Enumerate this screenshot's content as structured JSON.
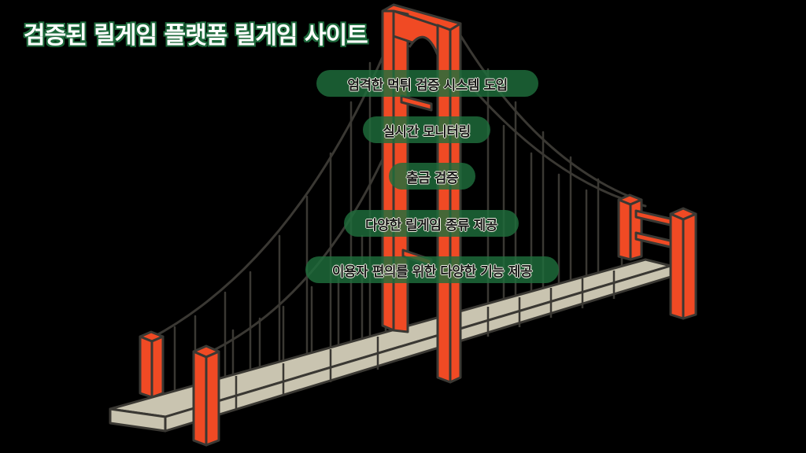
{
  "title": "검증된 릴게임 플랫폼 릴게임 사이트",
  "features": [
    {
      "label": "엄격한 먹튀 검증 시스템 도입"
    },
    {
      "label": "실시간 모니터링"
    },
    {
      "label": "출금 검증"
    },
    {
      "label": "다양한 릴게임 종류 제공"
    },
    {
      "label": "이용자 편의를 위한 다양한 기능 제공"
    }
  ],
  "colors": {
    "background": "#000000",
    "tower": "#f04a24",
    "deck": "#c9c4b0",
    "outline": "#3a3833",
    "pill": "#1e6e3c",
    "title_outline": "#1e6a3c"
  },
  "illustration": {
    "subject": "suspension-bridge"
  }
}
